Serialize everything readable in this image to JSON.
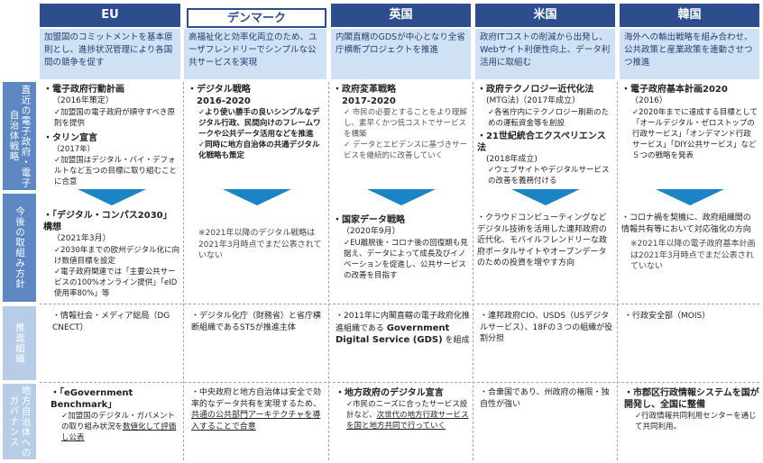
{
  "headers": [
    "EU",
    "デンマーク",
    "英国",
    "米国",
    "韓国"
  ],
  "subheaders": [
    "加盟国のコミットメントを基本原則とし、進捗状況管理により各国間の競争を促す",
    "高福祉化と効率化両立のため、ユーザフレンドリーでシンプルな公共サービスを実現",
    "内閣直轄のGDSが中心となり全省庁横断プロジェクトを推進",
    "政府ITコストの削減から出発し、Webサイト利便性向上、データ利活用に取組む",
    "海外への輸出戦略を組み合わせ、公共政策と産業政策を連動させつつ推進"
  ],
  "row_labels": [
    "直近の電子政府・電子自治体戦略",
    "今後の取組み方針",
    "推進組織",
    "地方自治体へのガバナンス"
  ],
  "strategy": {
    "eu": {
      "t1": "・電子政府行動計画",
      "t1b": "（2016年策定）",
      "t1c": "✓加盟国の電子政府が順守すべき原則を提供",
      "t2": "・タリン宣言",
      "t2b": "（2017年）",
      "t2c": "✓加盟国はデジタル・バイ・デフォルトなど五つの目標に取り組むことに合意"
    },
    "dk": {
      "t1": "・デジタル戦略",
      "t1b": "2016-2020",
      "c1": "✓より使い勝手の良いシンプルなデジタル行政、民間向けのフレームワークや公共データ活用などを推進",
      "c2": "✓同時に地方自治体の共通デジタル化戦略も策定"
    },
    "uk": {
      "t1": "・政府変革戦略",
      "t1b": "2017-2020",
      "c1": "✓ 市民の必要とすることをより理解し、素早くかつ低コストでサービスを構築",
      "c2": "✓ データとエビデンスに基づきサービスを継続的に改善していく"
    },
    "us": {
      "t1": "・政府テクノロジー近代化法",
      "t1b": "(MTG法)（2017年成立）",
      "c1": "✓各省庁内にテクノロジー刷新のための運転資金等を創設",
      "t2": "・21世紀統合エクスペリエンス法",
      "t2b": "(2018年成立)",
      "c2": "✓ウェブサイトやデジタルサービスの改善を義務付ける"
    },
    "kr": {
      "t1": "・電子政府基本計画2020",
      "t1b": "（2016）",
      "c1": "✓2020年までに達成する目標として「オールデジタル・ゼロストップの行政サービス」「オンデマンド行政サービス」「DIY公共サービス」など５つの戦略を発表"
    }
  },
  "future": {
    "eu": {
      "t1": "・「デジタル・コンパス2030」構想",
      "t1b": "（2021年3月）",
      "c1": "✓2030年までの欧州デジタル化に向け数値目標を設定",
      "c2": "✓電子政府関連では「主要公共サービスの100%オンライン提供」「eID使用率80%」等"
    },
    "dk": {
      "note": "※2021年以降のデジタル戦略は2021年3月時点でまだ公表されていない"
    },
    "uk": {
      "t1": "・国家データ戦略",
      "t1b": "（2020年9月）",
      "c1": "✓EU離脱後・コロナ後の回復期も見据え、データによって成長及びイノベーションを促進し、公共サービスの改善を目指す"
    },
    "us": {
      "t1": "・クラウドコンピューティングなどデジタル技術を活用した連邦政府の近代化、モバイルフレンドリーな政府ポータルサイトやオープンデータのための投資を増やす方向"
    },
    "kr": {
      "t1": "・コロナ禍を契機に、政府組織間の情報共有等において対応強化の方向",
      "note": "※2021年以降の電子政府基本計画は2021年3月時点でまだ公表されていない"
    }
  },
  "org": {
    "eu": "・情報社会・メディア総局（DG CNECT）",
    "dk": "・デジタル化庁（財務省）と省庁横断組織であるSTSが推進主体",
    "uk_a": "・2011年に内閣直轄の電子政府化推進組織である",
    "uk_b": "Government Digital Service (GDS)",
    "uk_c": "を組成",
    "us": "・連邦政府CIO、USDS（USデジタルサービス）、18Fの３つの組織が役割分担",
    "kr": "・行政安全部（MOIS）"
  },
  "gov": {
    "eu": {
      "t1": "・「eGovernment Benchmark」",
      "c1": "✓加盟国のデジタル・ガバメントの取り組み状況を",
      "c1u": "数値化して評価し公表"
    },
    "dk": {
      "a": "・中央政府と地方自治体は安全で効率的なデータ共有を実現するため、",
      "u": "共通の公共部門アーキテクチャを導入することで合意"
    },
    "uk": {
      "t1": "・地方政府のデジタル宣言",
      "c1": "✓市民のニーズに合ったサービス設計など、",
      "c1u": "次世代の地方行政サービスを国と地方共同で行っていく"
    },
    "us": "・合衆国であり、州政府の権限・独自性が強い",
    "kr": {
      "t1": "・市郡区行政情報システムを国が開発し、全国に整備",
      "c1": "✓行政情報共同利用センターを通じて共同利用。"
    }
  }
}
